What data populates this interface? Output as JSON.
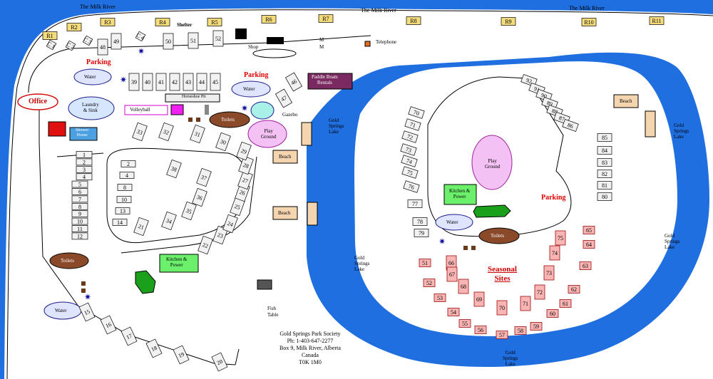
{
  "river": {
    "name_left": "The Milk River",
    "name_mid": "The Milk River",
    "name_right": "The Milk River",
    "color": "#1f6fe0"
  },
  "lake": {
    "left_1": [
      "Gold",
      "Springs",
      "Lake"
    ],
    "left_2": [
      "Gold",
      "Springs",
      "Lake"
    ],
    "right_1": [
      "Gold",
      "Springs",
      "Lake"
    ],
    "right_2": [
      "Gold",
      "Springs",
      "Lake"
    ],
    "bottom": [
      "Gold",
      "Springs",
      "Lake"
    ],
    "color": "#1f6fe0"
  },
  "labels": {
    "parking_top": "Parking",
    "parking_mid": "Parking",
    "parking_right": "Parking",
    "office": "Office",
    "laundry": [
      "Laundry",
      "& Sink"
    ],
    "shower": [
      "Shower",
      "House"
    ],
    "water": "Water",
    "volleyball": "Volleyball",
    "horseshoe": "Horseshoe Pit",
    "toilets": "Toilets",
    "gazebo": "Gazebo",
    "playground": [
      "Play",
      "Ground"
    ],
    "beach": "Beach",
    "paddle": [
      "Paddle Boats",
      "Rentals"
    ],
    "kitchen": [
      "Kitchen &",
      "Power"
    ],
    "shelter": "Shelter",
    "shop": "Shop",
    "telephone": "Telephone",
    "mm": [
      "M",
      "M"
    ],
    "fish": [
      "Fish",
      "Table"
    ],
    "seasonal": [
      "Seasonal",
      "Sites"
    ]
  },
  "contact": [
    "Gold Springs Park Society",
    "Ph: 1-403-647-2277",
    "Box 9, Milk River, Alberta",
    "Canada",
    "T0K 1M0"
  ],
  "sites": {
    "r_sites": [
      "R1",
      "R2",
      "R3",
      "R4",
      "R5",
      "R6",
      "R7",
      "R8",
      "R9",
      "R10",
      "R11"
    ],
    "c_sites": [
      "C 1",
      "C 2",
      "C 3",
      "C 4"
    ],
    "top_row": [
      "39",
      "40",
      "41",
      "42",
      "43",
      "44",
      "45"
    ],
    "left_col": [
      "1",
      "2",
      "3",
      "4",
      "5",
      "6",
      "7",
      "8",
      "9",
      "10",
      "11",
      "12"
    ],
    "inner_left": [
      "2",
      "4",
      "8",
      "10",
      "13",
      "14"
    ],
    "inner_loop": [
      "21",
      "34",
      "35",
      "36",
      "37",
      "38"
    ],
    "outer_loop": [
      "20",
      "22",
      "23",
      "24",
      "25",
      "26",
      "27",
      "28",
      "29",
      "30",
      "31",
      "32",
      "33"
    ],
    "bottom_row": [
      "15",
      "16",
      "17",
      "18",
      "19",
      "20"
    ],
    "top_misc": [
      "46",
      "47",
      "48",
      "49",
      "50",
      "51",
      "52"
    ],
    "island_left": [
      "70",
      "71",
      "72",
      "73",
      "74",
      "75",
      "76",
      "77",
      "78",
      "79"
    ],
    "island_right": [
      "92",
      "91",
      "90",
      "89",
      "88",
      "87",
      "86",
      "85",
      "84",
      "83",
      "82",
      "81",
      "80"
    ],
    "seasonal": [
      "51",
      "52",
      "53",
      "54",
      "55",
      "56",
      "57",
      "58",
      "59",
      "60",
      "61",
      "62",
      "63",
      "64",
      "65",
      "66",
      "67",
      "68",
      "69",
      "70",
      "71",
      "72",
      "73",
      "74",
      "75"
    ]
  }
}
